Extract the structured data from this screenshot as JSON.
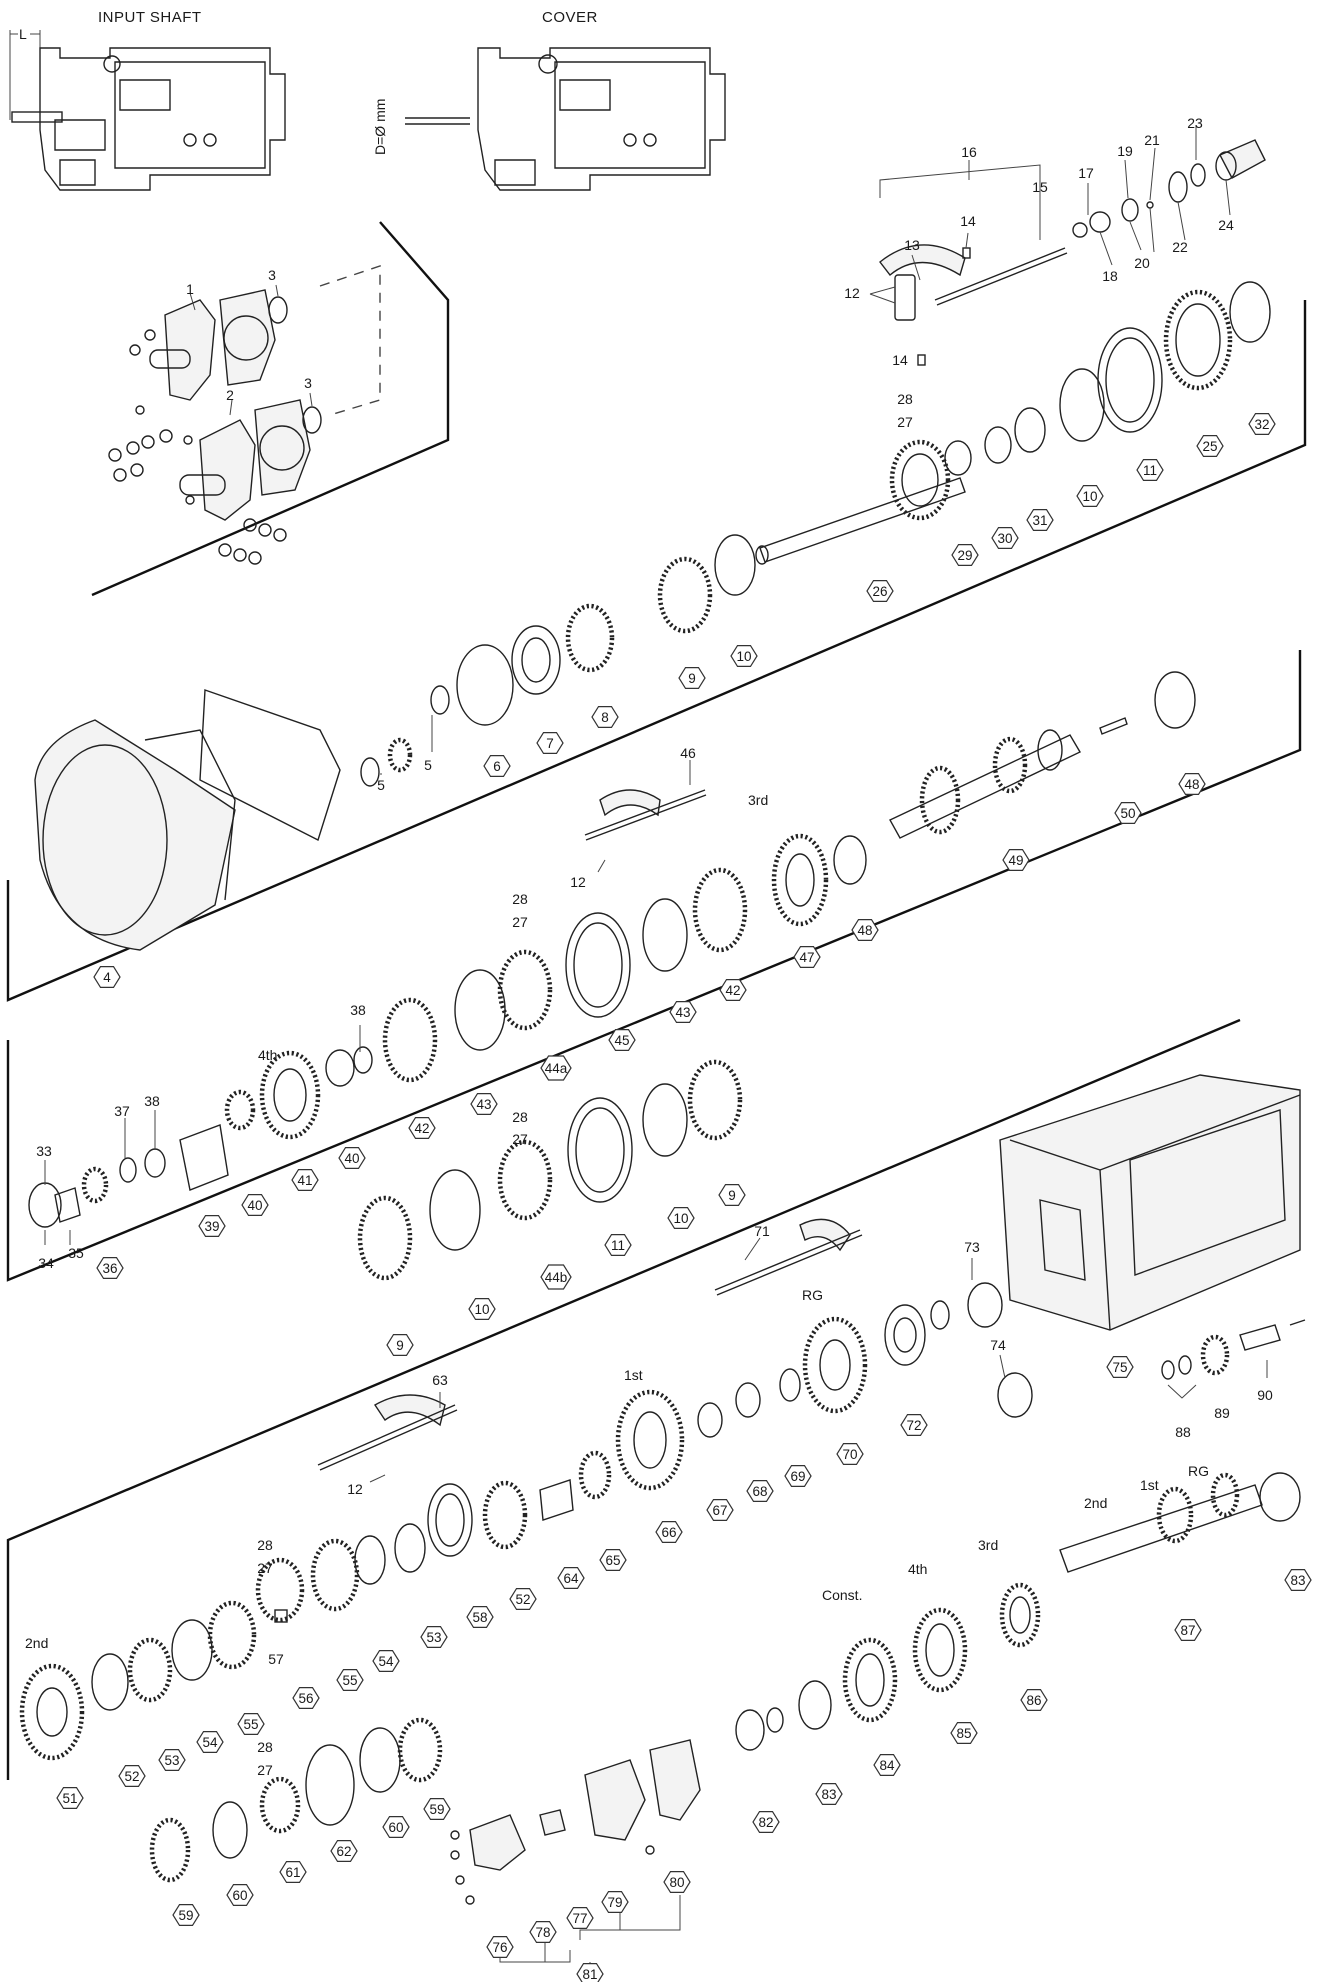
{
  "headers": {
    "input_shaft": "INPUT SHAFT",
    "cover": "COVER",
    "L_mark": "L",
    "D_mark": "D=Ø mm"
  },
  "gear_labels": {
    "third_upper": "3rd",
    "fourth_upper": "4th",
    "rg_mid": "RG",
    "first_mid": "1st",
    "second_low": "2nd",
    "first_right": "1st",
    "rg_right": "RG",
    "third_right": "3rd",
    "fourth_right": "4th",
    "const_right": "Const.",
    "second_left": "2nd"
  },
  "plain_labels": [
    {
      "id": "p16",
      "text": "16"
    },
    {
      "id": "p15",
      "text": "15"
    },
    {
      "id": "p17",
      "text": "17"
    },
    {
      "id": "p19",
      "text": "19"
    },
    {
      "id": "p21",
      "text": "21"
    },
    {
      "id": "p23",
      "text": "23"
    },
    {
      "id": "p14a",
      "text": "14"
    },
    {
      "id": "p13",
      "text": "13"
    },
    {
      "id": "p12a",
      "text": "12"
    },
    {
      "id": "p18",
      "text": "18"
    },
    {
      "id": "p20",
      "text": "20"
    },
    {
      "id": "p22",
      "text": "22"
    },
    {
      "id": "p24",
      "text": "24"
    },
    {
      "id": "p14b",
      "text": "14"
    },
    {
      "id": "p28a",
      "text": "28"
    },
    {
      "id": "p27a",
      "text": "27"
    },
    {
      "id": "p1",
      "text": "1"
    },
    {
      "id": "p3a",
      "text": "3"
    },
    {
      "id": "p3b",
      "text": "3"
    },
    {
      "id": "p2",
      "text": "2"
    },
    {
      "id": "p5a",
      "text": "5"
    },
    {
      "id": "p5b",
      "text": "5"
    },
    {
      "id": "p46",
      "text": "46"
    },
    {
      "id": "p12b",
      "text": "12"
    },
    {
      "id": "p28b",
      "text": "28"
    },
    {
      "id": "p27b",
      "text": "27"
    },
    {
      "id": "p38a",
      "text": "38"
    },
    {
      "id": "p37",
      "text": "37"
    },
    {
      "id": "p38b",
      "text": "38"
    },
    {
      "id": "p33",
      "text": "33"
    },
    {
      "id": "p34",
      "text": "34"
    },
    {
      "id": "p35",
      "text": "35"
    },
    {
      "id": "p28c",
      "text": "28"
    },
    {
      "id": "p27c",
      "text": "27"
    },
    {
      "id": "p71",
      "text": "71"
    },
    {
      "id": "p73",
      "text": "73"
    },
    {
      "id": "p74",
      "text": "74"
    },
    {
      "id": "p63",
      "text": "63"
    },
    {
      "id": "p12c",
      "text": "12"
    },
    {
      "id": "p90",
      "text": "90"
    },
    {
      "id": "p89",
      "text": "89"
    },
    {
      "id": "p88",
      "text": "88"
    },
    {
      "id": "p28d",
      "text": "28"
    },
    {
      "id": "p27d",
      "text": "27"
    },
    {
      "id": "p57",
      "text": "57"
    },
    {
      "id": "p28e",
      "text": "28"
    },
    {
      "id": "p27e",
      "text": "27"
    }
  ],
  "hex_labels": [
    {
      "id": "h32",
      "text": "32"
    },
    {
      "id": "h25",
      "text": "25"
    },
    {
      "id": "h11a",
      "text": "11"
    },
    {
      "id": "h10a",
      "text": "10"
    },
    {
      "id": "h31",
      "text": "31"
    },
    {
      "id": "h30",
      "text": "30"
    },
    {
      "id": "h29",
      "text": "29"
    },
    {
      "id": "h26",
      "text": "26"
    },
    {
      "id": "h10b",
      "text": "10"
    },
    {
      "id": "h9a",
      "text": "9"
    },
    {
      "id": "h8",
      "text": "8"
    },
    {
      "id": "h7",
      "text": "7"
    },
    {
      "id": "h6",
      "text": "6"
    },
    {
      "id": "h48a",
      "text": "48"
    },
    {
      "id": "h50",
      "text": "50"
    },
    {
      "id": "h49",
      "text": "49"
    },
    {
      "id": "h48b",
      "text": "48"
    },
    {
      "id": "h47",
      "text": "47"
    },
    {
      "id": "h42a",
      "text": "42"
    },
    {
      "id": "h43a",
      "text": "43"
    },
    {
      "id": "h45",
      "text": "45"
    },
    {
      "id": "h44a",
      "text": "44a"
    },
    {
      "id": "h43b",
      "text": "43"
    },
    {
      "id": "h42b",
      "text": "42"
    },
    {
      "id": "h40a",
      "text": "40"
    },
    {
      "id": "h41",
      "text": "41"
    },
    {
      "id": "h40b",
      "text": "40"
    },
    {
      "id": "h39",
      "text": "39"
    },
    {
      "id": "h36",
      "text": "36"
    },
    {
      "id": "h4",
      "text": "4"
    },
    {
      "id": "h9b",
      "text": "9"
    },
    {
      "id": "h10c",
      "text": "10"
    },
    {
      "id": "h11b",
      "text": "11"
    },
    {
      "id": "h44b",
      "text": "44b"
    },
    {
      "id": "h10d",
      "text": "10"
    },
    {
      "id": "h9c",
      "text": "9"
    },
    {
      "id": "h75",
      "text": "75"
    },
    {
      "id": "h72",
      "text": "72"
    },
    {
      "id": "h70",
      "text": "70"
    },
    {
      "id": "h69",
      "text": "69"
    },
    {
      "id": "h68",
      "text": "68"
    },
    {
      "id": "h67",
      "text": "67"
    },
    {
      "id": "h66",
      "text": "66"
    },
    {
      "id": "h65",
      "text": "65"
    },
    {
      "id": "h64",
      "text": "64"
    },
    {
      "id": "h52a",
      "text": "52"
    },
    {
      "id": "h58",
      "text": "58"
    },
    {
      "id": "h53a",
      "text": "53"
    },
    {
      "id": "h54a",
      "text": "54"
    },
    {
      "id": "h55a",
      "text": "55"
    },
    {
      "id": "h56",
      "text": "56"
    },
    {
      "id": "h83a",
      "text": "83"
    },
    {
      "id": "h87",
      "text": "87"
    },
    {
      "id": "h86",
      "text": "86"
    },
    {
      "id": "h85",
      "text": "85"
    },
    {
      "id": "h84",
      "text": "84"
    },
    {
      "id": "h83b",
      "text": "83"
    },
    {
      "id": "h82",
      "text": "82"
    },
    {
      "id": "h51",
      "text": "51"
    },
    {
      "id": "h52b",
      "text": "52"
    },
    {
      "id": "h53b",
      "text": "53"
    },
    {
      "id": "h54b",
      "text": "54"
    },
    {
      "id": "h55b",
      "text": "55"
    },
    {
      "id": "h59a",
      "text": "59"
    },
    {
      "id": "h60a",
      "text": "60"
    },
    {
      "id": "h62",
      "text": "62"
    },
    {
      "id": "h61",
      "text": "61"
    },
    {
      "id": "h60b",
      "text": "60"
    },
    {
      "id": "h59b",
      "text": "59"
    },
    {
      "id": "h80",
      "text": "80"
    },
    {
      "id": "h79",
      "text": "79"
    },
    {
      "id": "h77",
      "text": "77"
    },
    {
      "id": "h78",
      "text": "78"
    },
    {
      "id": "h76",
      "text": "76"
    },
    {
      "id": "h81",
      "text": "81"
    }
  ]
}
